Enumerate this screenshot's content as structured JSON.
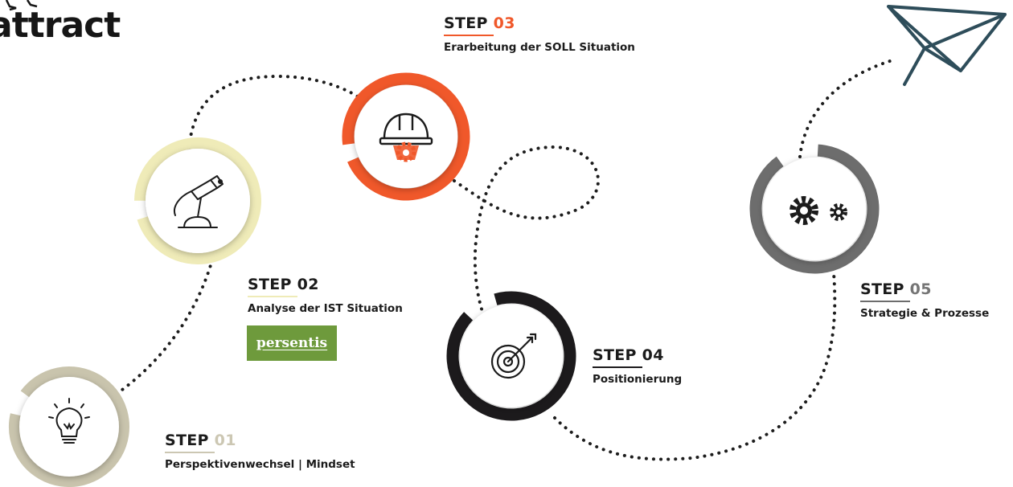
{
  "logo": {
    "text": "attract"
  },
  "steps": [
    {
      "label": "STEP",
      "number": "01",
      "description": "Perspektivenwechsel | Mindset",
      "number_color": "#ccc7b3",
      "ring_color": "#c9c4ad",
      "icon": "lightbulb-icon"
    },
    {
      "label": "STEP",
      "number": "02",
      "description": "Analyse der IST Situation",
      "number_color": "#1b1b1b",
      "ring_color": "#efebb8",
      "icon": "microscope-icon"
    },
    {
      "label": "STEP",
      "number": "03",
      "description": "Erarbeitung der SOLL Situation",
      "number_color": "#f0582a",
      "ring_color": "#f0582a",
      "icon": "helmet-gear-icon"
    },
    {
      "label": "STEP",
      "number": "04",
      "description": "Positionierung",
      "number_color": "#1b1b1b",
      "ring_color": "#1c1a1c",
      "icon": "target-icon"
    },
    {
      "label": "STEP",
      "number": "05",
      "description": "Strategie & Prozesse",
      "number_color": "#757575",
      "ring_color": "#6d6d6d",
      "icon": "gears-icon"
    }
  ],
  "partner_logo": {
    "text": "persentis",
    "color": "#6e9a3c"
  },
  "decor": {
    "icon": "paper-plane-icon",
    "color": "#2e4d5a"
  }
}
